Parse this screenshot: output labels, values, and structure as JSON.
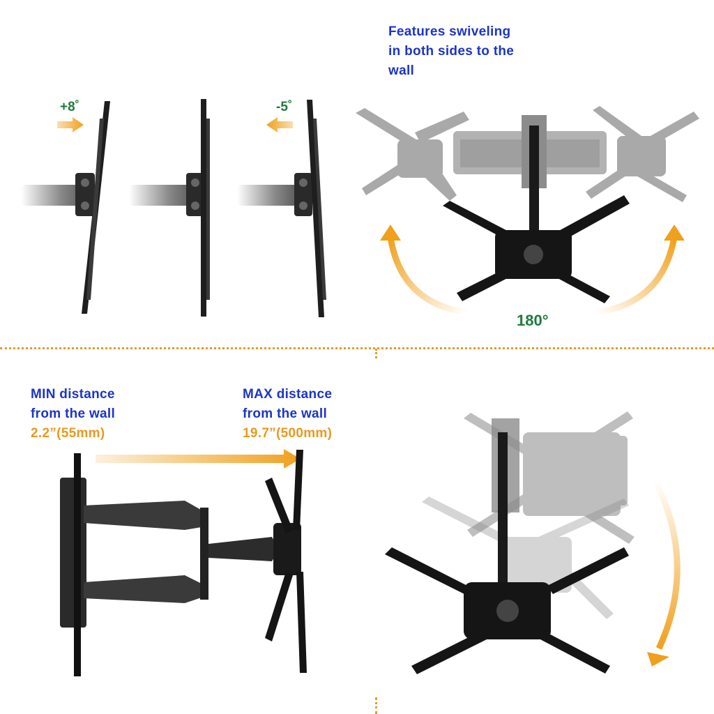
{
  "top_right_caption": [
    "Features swiveling",
    "in both sides to the",
    "wall"
  ],
  "tilt_labels": {
    "plus": "+8˚",
    "minus": "-5˚"
  },
  "swivel_angle": "180°",
  "min_caption": {
    "line1": "MIN distance",
    "line2": "from the wall",
    "value": "2.2”(55mm)"
  },
  "max_caption": {
    "line1": "MAX distance",
    "line2": "from the wall",
    "value": "19.7”(500mm)"
  },
  "colors": {
    "caption_blue": "#1c35c9",
    "value_orange": "#e89a1e",
    "angle_green": "#1f7a3c",
    "arrow_orange": "#f0a01c",
    "divider": "#e59a2e"
  }
}
